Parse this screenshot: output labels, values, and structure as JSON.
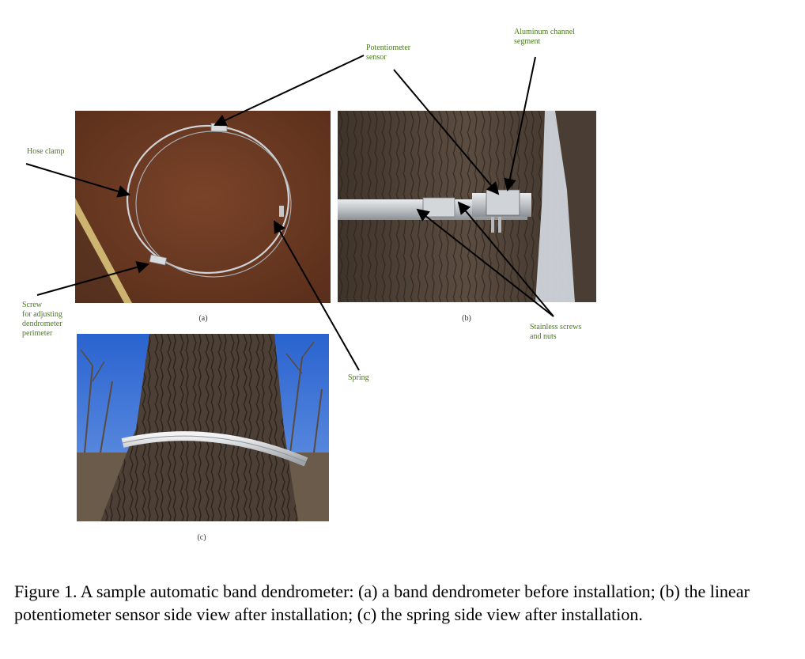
{
  "figure": {
    "caption": "Figure 1. A sample automatic band dendrometer: (a) a band dendrometer before installation; (b) the linear potentiometer sensor side view after installation; (c) the spring side view after installation.",
    "panel_labels": {
      "a": "(a)",
      "b": "(b)",
      "c": "(c)"
    },
    "annotations": {
      "potentiometer_sensor": [
        "Potentiometer",
        "sensor"
      ],
      "aluminum_channel": [
        "Aluminum channel",
        "segment"
      ],
      "hose_clamp": "Hose clamp",
      "screw": [
        "Screw",
        "for adjusting",
        "dendrometer",
        "perimeter"
      ],
      "spring": "Spring",
      "stainless_screws": [
        "Stainless screws",
        "and nuts"
      ]
    },
    "colors": {
      "annotation_text": "#4a7a1e",
      "table_surface": "#6b3a22",
      "bark": "#4f4237",
      "sky": "#2f6fd8",
      "band_metal": "#c9ccd0"
    }
  }
}
